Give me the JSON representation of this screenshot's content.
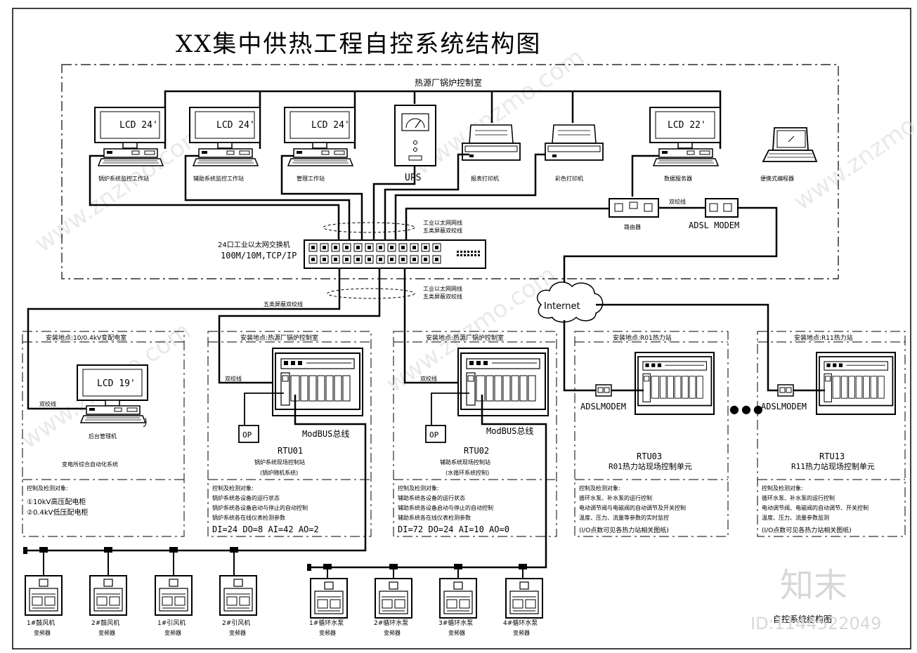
{
  "title": "XX集中供热工程自控系统结构图",
  "control_room": {
    "label": "热源厂锅炉控制室",
    "monitors": [
      {
        "screen": "LCD 24'",
        "caption": "锅炉系统监控工作站"
      },
      {
        "screen": "LCD 24'",
        "caption": "辅助系统监控工作站"
      },
      {
        "screen": "LCD 24'",
        "caption": "管理工作站"
      },
      {
        "screen": "LCD 22'",
        "caption": "数据服务器"
      }
    ],
    "ups_label": "UPS",
    "printer1": "报表打印机",
    "printer2": "彩色打印机",
    "laptop": "便携式编程器",
    "router": "路由器",
    "dual_line": "双绞线",
    "adsl": "ADSL MODEM"
  },
  "switch": {
    "name": "24口工业以太网交换机",
    "spec": "100M/10M,TCP/IP",
    "note1": "工业以太网网线",
    "note2": "五类屏蔽双绞线",
    "note3": "工业以太网网线",
    "note4": "五类屏蔽双绞线",
    "left_cable": "五类屏蔽双绞线"
  },
  "internet": "Internet",
  "sites": [
    {
      "location": "安装地点:10/0.4kV变配电室",
      "screen": "LCD 19'",
      "caption": "后台管理机",
      "dual": "双绞线",
      "system": "变电所综合自动化系统",
      "obj_title": "控制及检测对象:",
      "objects": [
        "①10kV高压配电柜",
        "②0.4kV低压配电柜"
      ]
    },
    {
      "location": "安装地点:热源厂锅炉控制室",
      "dual": "双绞线",
      "op": "OP",
      "modbus": "ModBUS总线",
      "rtu": "RTU01",
      "rtu_desc1": "锅炉系统现场控制站",
      "rtu_desc2": "(锅炉随机系统)",
      "obj_title": "控制及检测对象:",
      "objects": [
        "锅炉系统各设备的运行状态",
        "锅炉系统各设备启动与停止的自动控制",
        "锅炉系统各在线仪表检测参数"
      ],
      "io": "DI=24  DO=8  AI=42  AO=2"
    },
    {
      "location": "安装地点:热源厂锅炉控制室",
      "dual": "双绞线",
      "op": "OP",
      "modbus": "ModBUS总线",
      "rtu": "RTU02",
      "rtu_desc1": "辅助系统现场控制站",
      "rtu_desc2": "(水循环系统控制)",
      "obj_title": "控制及检测对象:",
      "objects": [
        "辅助系统各设备的运行状态",
        "辅助系统各设备启动与停止的自动控制",
        "辅助系统各在线仪表检测参数"
      ],
      "io": "DI=72  DO=24  AI=10  AO=0"
    },
    {
      "location": "安装地点:R01热力站",
      "modem": "ADSLMODEM",
      "rtu": "RTU03",
      "rtu_desc": "R01热力站现场控制单元",
      "obj_title": "控制及检测对象:",
      "objects": [
        "循环水泵、补水泵的运行控制",
        "电动调节阀与电磁阀的自动调节及开关控制",
        "温度、压力、流量等参数的实时监控"
      ],
      "io_note": "(I/O点数可见各热力站相关图纸)"
    },
    {
      "location": "安装地点:R11热力站",
      "modem": "ADSLMODEM",
      "rtu": "RTU13",
      "rtu_desc": "R11热力站现场控制单元",
      "obj_title": "控制及检测对象:",
      "objects": [
        "循环水泵、补水泵的运行控制",
        "电动调节阀、电磁阀的自动调节、开关控制",
        "温度、压力、流量参数监测"
      ],
      "io_note": "(I/O点数可见各热力站相关图纸)"
    }
  ],
  "ellipsis": "●●●",
  "vfd_left": [
    {
      "name": "1#鼓风机",
      "sub": "变频器"
    },
    {
      "name": "2#鼓风机",
      "sub": "变频器"
    },
    {
      "name": "1#引风机",
      "sub": "变频器"
    },
    {
      "name": "2#引风机",
      "sub": "变频器"
    }
  ],
  "vfd_right": [
    {
      "name": "1#循环水泵",
      "sub": "变频器"
    },
    {
      "name": "2#循环水泵",
      "sub": "变频器"
    },
    {
      "name": "3#循环水泵",
      "sub": "变频器"
    },
    {
      "name": "4#循环水泵",
      "sub": "变频器"
    }
  ],
  "footer_caption": "自控系统结构图",
  "watermark": {
    "brand": "知末",
    "id": "ID:1144522049",
    "site": "www.znzmo.com"
  }
}
